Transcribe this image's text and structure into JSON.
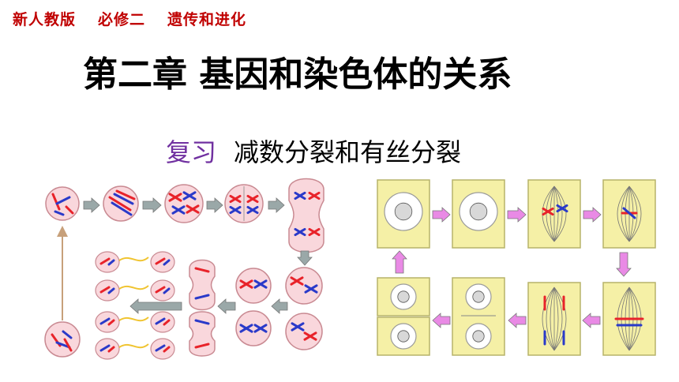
{
  "header": {
    "edition": "新人教版",
    "volume": "必修二",
    "module": "遗传和进化"
  },
  "title": "第二章 基因和染色体的关系",
  "subtitle": {
    "lead": "复习",
    "topic": "减数分裂和有丝分裂"
  },
  "colors": {
    "header": "#c00000",
    "subtitle_lead": "#7030a0",
    "cell_fill": "#f9d7dc",
    "cell_stroke": "#c98a92",
    "frame_fill": "#f5f0a6",
    "frame_stroke": "#b7b36a",
    "mitosis_arrow": "#e98ae5",
    "meiosis_arrow": "#9aa8a8",
    "chrom_red": "#e8232a",
    "chrom_blue": "#2a3ac9"
  },
  "diagrams": {
    "meiosis": {
      "name": "meiosis-diagram"
    },
    "mitosis": {
      "name": "mitosis-diagram"
    }
  }
}
